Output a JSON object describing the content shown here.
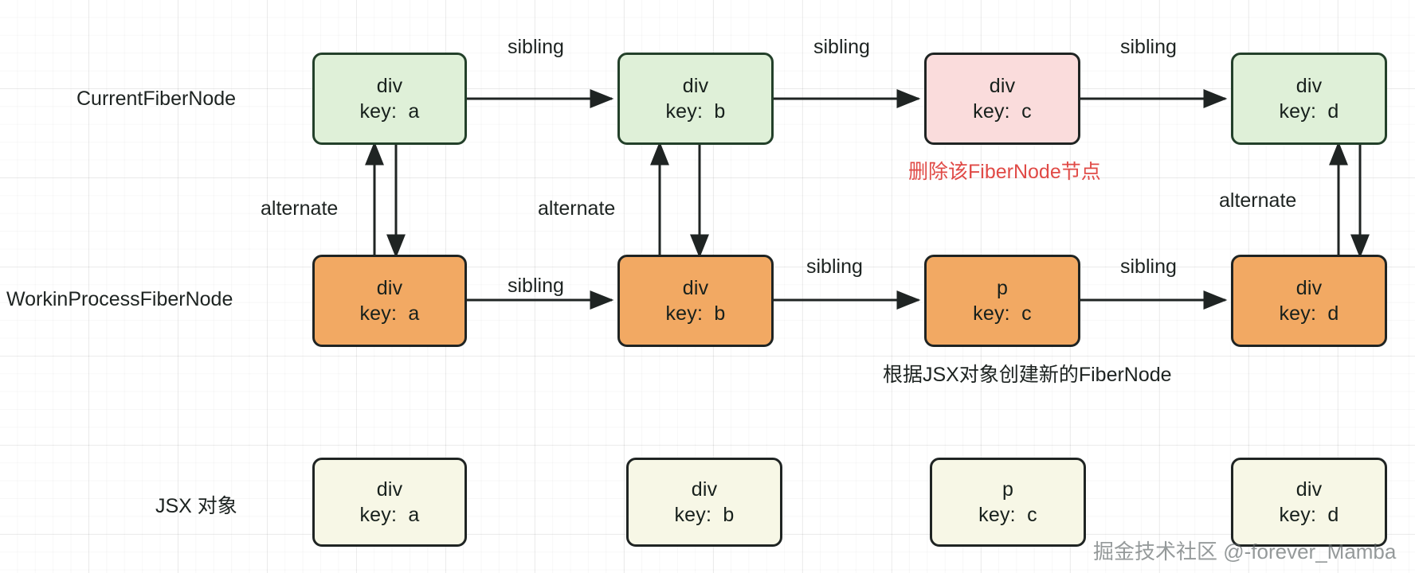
{
  "diagram": {
    "title": "React Fiber reconciliation diagram",
    "row_labels": [
      {
        "id": "current",
        "text": "CurrentFiberNode"
      },
      {
        "id": "wip",
        "text": "WorkinProcessFiberNode"
      },
      {
        "id": "jsx",
        "text": "JSX 对象"
      }
    ],
    "rows": {
      "current": {
        "nodes": [
          {
            "id": "cur-a",
            "tag": "div",
            "key": "key:  a",
            "color": "green"
          },
          {
            "id": "cur-b",
            "tag": "div",
            "key": "key:  b",
            "color": "green"
          },
          {
            "id": "cur-c",
            "tag": "div",
            "key": "key:  c",
            "color": "pink"
          },
          {
            "id": "cur-d",
            "tag": "div",
            "key": "key:  d",
            "color": "green"
          }
        ]
      },
      "wip": {
        "nodes": [
          {
            "id": "wip-a",
            "tag": "div",
            "key": "key:  a",
            "color": "orange"
          },
          {
            "id": "wip-b",
            "tag": "div",
            "key": "key:  b",
            "color": "orange"
          },
          {
            "id": "wip-c",
            "tag": "p",
            "key": "key:  c",
            "color": "orange"
          },
          {
            "id": "wip-d",
            "tag": "div",
            "key": "key:  d",
            "color": "orange"
          }
        ]
      },
      "jsx": {
        "nodes": [
          {
            "id": "jsx-a",
            "tag": "div",
            "key": "key:  a",
            "color": "cream"
          },
          {
            "id": "jsx-b",
            "tag": "div",
            "key": "key:  b",
            "color": "cream"
          },
          {
            "id": "jsx-c",
            "tag": "p",
            "key": "key:  c",
            "color": "cream"
          },
          {
            "id": "jsx-d",
            "tag": "div",
            "key": "key:  d",
            "color": "cream"
          }
        ]
      }
    },
    "edge_labels": {
      "sibling": "sibling",
      "alternate": "alternate"
    },
    "current_sibling_labels": [
      "sibling",
      "sibling",
      "sibling"
    ],
    "wip_sibling_labels": [
      "sibling",
      "sibling",
      "sibling"
    ],
    "alternate_labels": [
      "alternate",
      "alternate",
      "alternate"
    ],
    "notes": [
      {
        "id": "delete-note",
        "text": "删除该FiberNode节点",
        "color": "#e04a46"
      },
      {
        "id": "create-note",
        "text": "根据JSX对象创建新的FiberNode",
        "color": "#1d2321"
      }
    ],
    "watermark": "掘金技术社区 @-forever_Mamba",
    "colors": {
      "green_fill": "#dff0d8",
      "green_border": "#23402a",
      "pink_fill": "#fadcdc",
      "orange_fill": "#f2a963",
      "cream_fill": "#f7f7e6",
      "stroke": "#1f2423",
      "grid": "#e8ecef",
      "red_text": "#e04a46"
    }
  }
}
